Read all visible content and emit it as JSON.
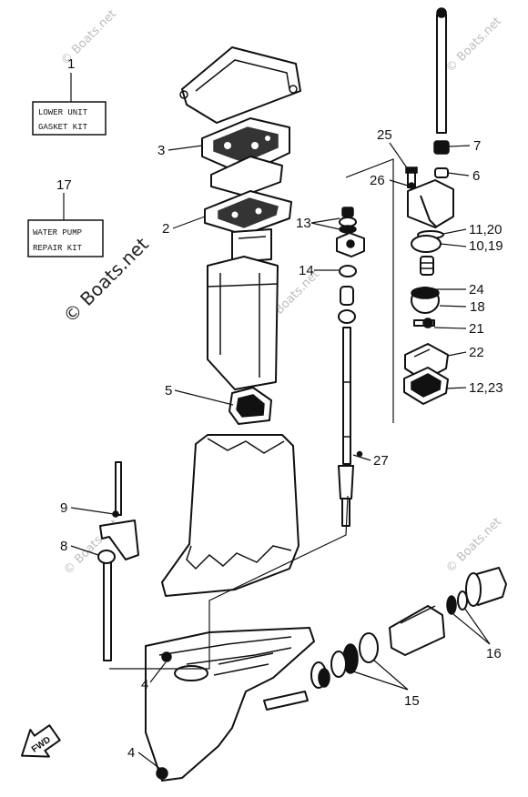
{
  "watermarks": {
    "top_left": "© Boats.net",
    "top_right": "© Boats.net",
    "center_left": "© Boats.net",
    "center": "© Boats.net",
    "right": "© Boats.net",
    "lower_left": "© Boats.net"
  },
  "kits": {
    "gasket_kit": {
      "number": "1",
      "line1": "LOWER UNIT",
      "line2": "GASKET KIT"
    },
    "water_pump_kit": {
      "number": "17",
      "line1": "WATER PUMP",
      "line2": "REPAIR KIT"
    }
  },
  "callouts": {
    "c2": "2",
    "c3": "3",
    "c4a": "4",
    "c4b": "4",
    "c5": "5",
    "c6": "6",
    "c7": "7",
    "c8": "8",
    "c9": "9",
    "c10": "10,19",
    "c11": "11,20",
    "c12": "12,23",
    "c13": "13",
    "c14": "14",
    "c15": "15",
    "c16": "16",
    "c18": "18",
    "c21": "21",
    "c22": "22",
    "c24": "24",
    "c25": "25",
    "c26": "26",
    "c27": "27"
  },
  "fwd_label": "FWD"
}
